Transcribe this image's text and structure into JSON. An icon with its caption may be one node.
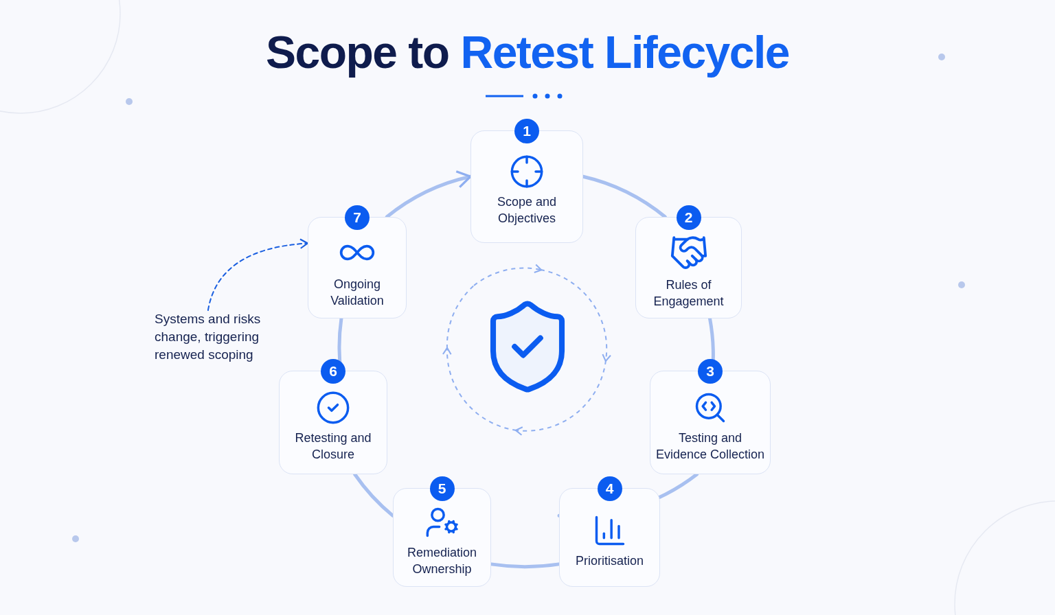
{
  "diagram": {
    "title": "Scope to Retest Lifecycle",
    "nodes": [
      {
        "text": [
          "1",
          "Scope and Objectives"
        ]
      },
      {
        "text": [
          "2",
          "Rules of Engagement"
        ]
      },
      {
        "text": [
          "3",
          "Testing and Evidence Collection"
        ]
      },
      {
        "text": [
          "4",
          "Prioritisation"
        ]
      },
      {
        "text": [
          "5",
          "Remediation Ownership"
        ]
      },
      {
        "text": [
          "6",
          "Retesting and Closure"
        ]
      },
      {
        "text": [
          "7",
          "Ongoing Validation"
        ]
      },
      {
        "text": [
          "Systems and risks change, triggering renewed scoping"
        ]
      }
    ],
    "edges": [
      {
        "from": 0,
        "to": 1,
        "arrow": "none"
      },
      {
        "from": 1,
        "to": 2,
        "arrow": "none"
      },
      {
        "from": 2,
        "to": 3,
        "arrow": "none"
      },
      {
        "from": 3,
        "to": 4,
        "arrow": "none"
      },
      {
        "from": 4,
        "to": 5,
        "arrow": "none"
      },
      {
        "from": 5,
        "to": 6,
        "arrow": "none"
      },
      {
        "from": 6,
        "to": 0,
        "arrow": "to"
      },
      {
        "from": 7,
        "to": 6,
        "arrow": "to",
        "style": "dashed",
        "color": "#1a5fe0"
      }
    ]
  }
}
